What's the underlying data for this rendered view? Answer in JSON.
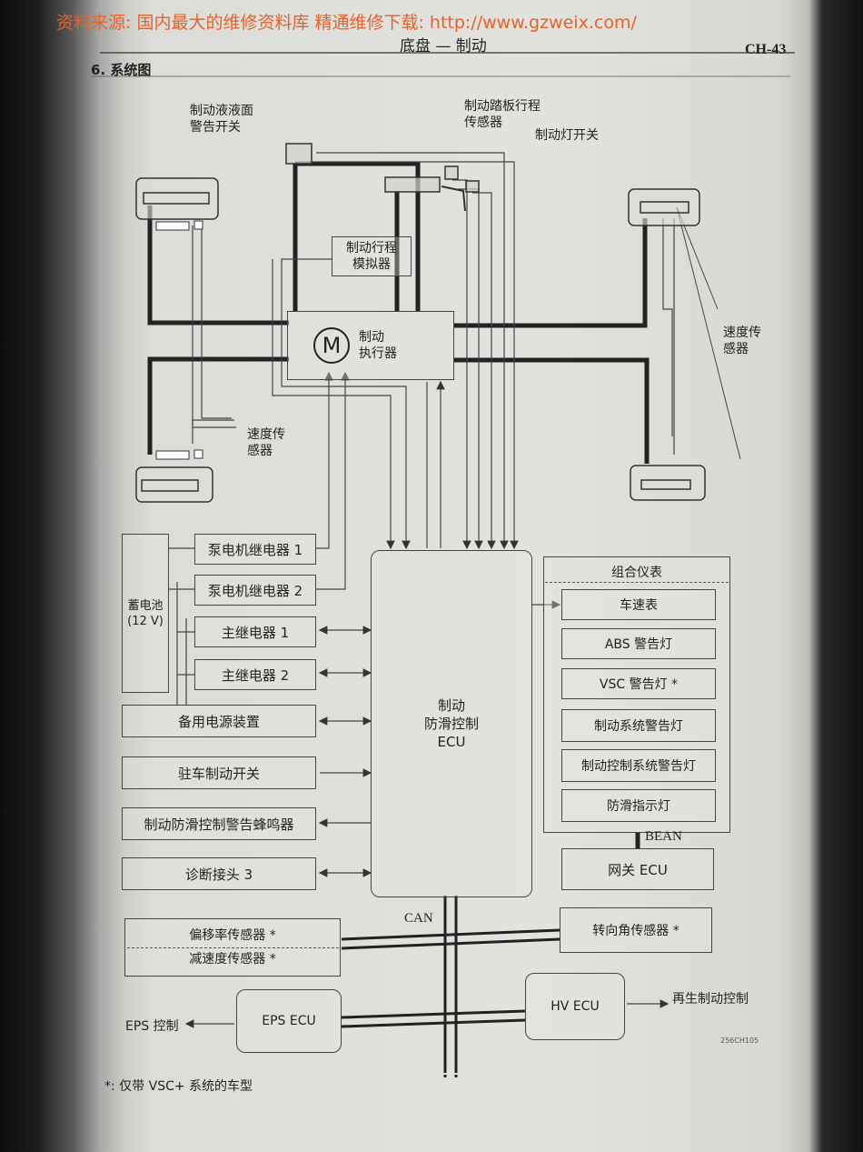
{
  "watermark": "资料来源: 国内最大的维修资料库 精通维修下载: http://www.gzweix.com/",
  "header": {
    "title": "底盘 — 制动",
    "page": "CH-43",
    "section": "6.  系统图"
  },
  "labels": {
    "fluid_level_switch": [
      "制动液液面",
      "警告开关"
    ],
    "pedal_stroke_sensor": [
      "制动踏板行程",
      "传感器"
    ],
    "stop_light_switch": "制动灯开关",
    "stroke_simulator": [
      "制动行程",
      "模拟器"
    ],
    "actuator_motor": "M",
    "actuator": [
      "制动",
      "执行器"
    ],
    "speed_sensor_right": [
      "速度传",
      "感器"
    ],
    "speed_sensor_left": [
      "速度传",
      "感器"
    ],
    "ecu": [
      "制动",
      "防滑控制",
      "ECU"
    ],
    "battery": [
      "蓄电池",
      "(12 V)"
    ],
    "pump_relay_1": "泵电机继电器 1",
    "pump_relay_2": "泵电机继电器 2",
    "main_relay_1": "主继电器 1",
    "main_relay_2": "主继电器 2",
    "backup_power": "备用电源装置",
    "parking_brake_switch": "驻车制动开关",
    "buzzer": "制动防滑控制警告蜂鸣器",
    "dlc3": "诊断接头 3",
    "combination_meter": "组合仪表",
    "meter_items": [
      "车速表",
      "ABS 警告灯",
      "VSC 警告灯 *",
      "制动系统警告灯",
      "制动控制系统警告灯",
      "防滑指示灯"
    ],
    "bean": "BEAN",
    "gateway_ecu": "网关 ECU",
    "can": "CAN",
    "yaw_rate_sensor": "偏移率传感器 *",
    "decel_sensor": "减速度传感器 *",
    "steering_angle_sensor": "转向角传感器 *",
    "eps_control": "EPS 控制",
    "eps_ecu": "EPS ECU",
    "hv_ecu": "HV ECU",
    "regen_control": "再生制动控制",
    "figure_code": "256CH105",
    "footnote": "*: 仅带 VSC+ 系统的车型"
  }
}
